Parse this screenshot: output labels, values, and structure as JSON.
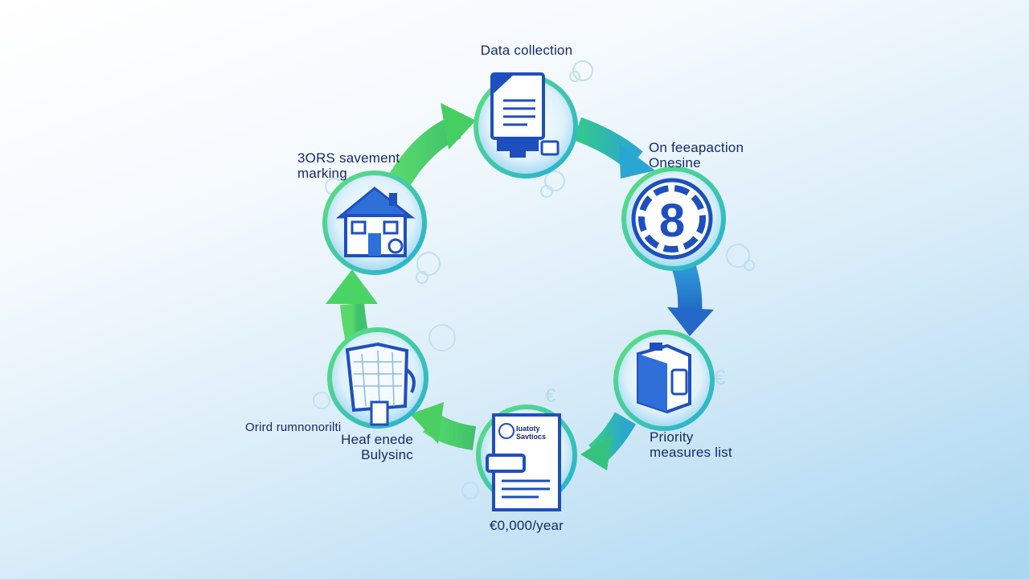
{
  "colors": {
    "accent_green": "#3fd055",
    "accent_blue": "#2f7fd6",
    "icon_blue": "#1e4fbf",
    "text_navy": "#162a6b"
  },
  "steps": [
    {
      "label": "Data collection",
      "icon": "document-monitor-icon"
    },
    {
      "label": "On feeapaction\nOnesine",
      "icon": "gauge-dial-icon"
    },
    {
      "label": "Priority\nmeasures list",
      "icon": "storage-unit-icon"
    },
    {
      "label": "€0,000/year",
      "icon": "service-report-icon"
    },
    {
      "label": "Heaf enede\nBulysinc",
      "icon": "floor-plan-icon"
    },
    {
      "label": "3ORS savement\nmarking",
      "icon": "house-icon"
    }
  ],
  "extra_labels": {
    "left_caption": "Orird rumnonorilti",
    "report_title": "Iuatoty\nSavtiocs"
  }
}
